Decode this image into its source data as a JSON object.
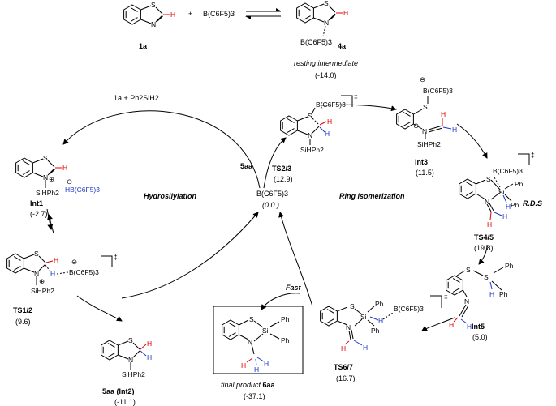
{
  "top": {
    "reactant": "1a",
    "plus": "+",
    "borane": "B(C6F5)3",
    "adduct": "4a",
    "resting_caption": "resting intermediate",
    "resting_energy": "(-14.0)"
  },
  "cycle": {
    "center_catalyst": "B(C6F5)3",
    "center_energy": "(0.0 )",
    "left_label": "Hydrosilylation",
    "right_label": "Ring isomerization",
    "fast_label": "Fast",
    "rds_label": "R.D.S",
    "entry_reagent": "1a + Ph2SiH2",
    "branch_label": "5aa"
  },
  "species": {
    "int1": {
      "name": "Int1",
      "energy": "(-2.7)"
    },
    "ts12": {
      "name": "TS1/2",
      "energy": "(9.6)"
    },
    "int2": {
      "name": "5aa (Int2)",
      "energy": "(-11.1)"
    },
    "ts23": {
      "name": "TS2/3",
      "energy": "(12.9)"
    },
    "int3": {
      "name": "Int3",
      "energy": "(11.5)"
    },
    "ts45": {
      "name": "TS4/5",
      "energy": "(19.8)"
    },
    "int5": {
      "name": "Int5",
      "energy": "(5.0)"
    },
    "ts67": {
      "name": "TS6/7",
      "energy": "(16.7)"
    },
    "product": {
      "caption": "final product",
      "name": "6aa",
      "energy": "(-37.1)"
    }
  },
  "atoms": {
    "S": "S",
    "N": "N",
    "B": "B",
    "Si": "Si",
    "H": "H",
    "Ph": "Ph",
    "SiHPh2": "SiHPh2",
    "HB": "HB(C6F5)3",
    "BC6F5": "B(C6F5)3",
    "plus": "⊕",
    "minus": "⊖",
    "dagger": "‡"
  },
  "colors": {
    "hydrogen_red": "#e00000",
    "hydrogen_blue": "#1a37c8",
    "ink": "#000000"
  }
}
